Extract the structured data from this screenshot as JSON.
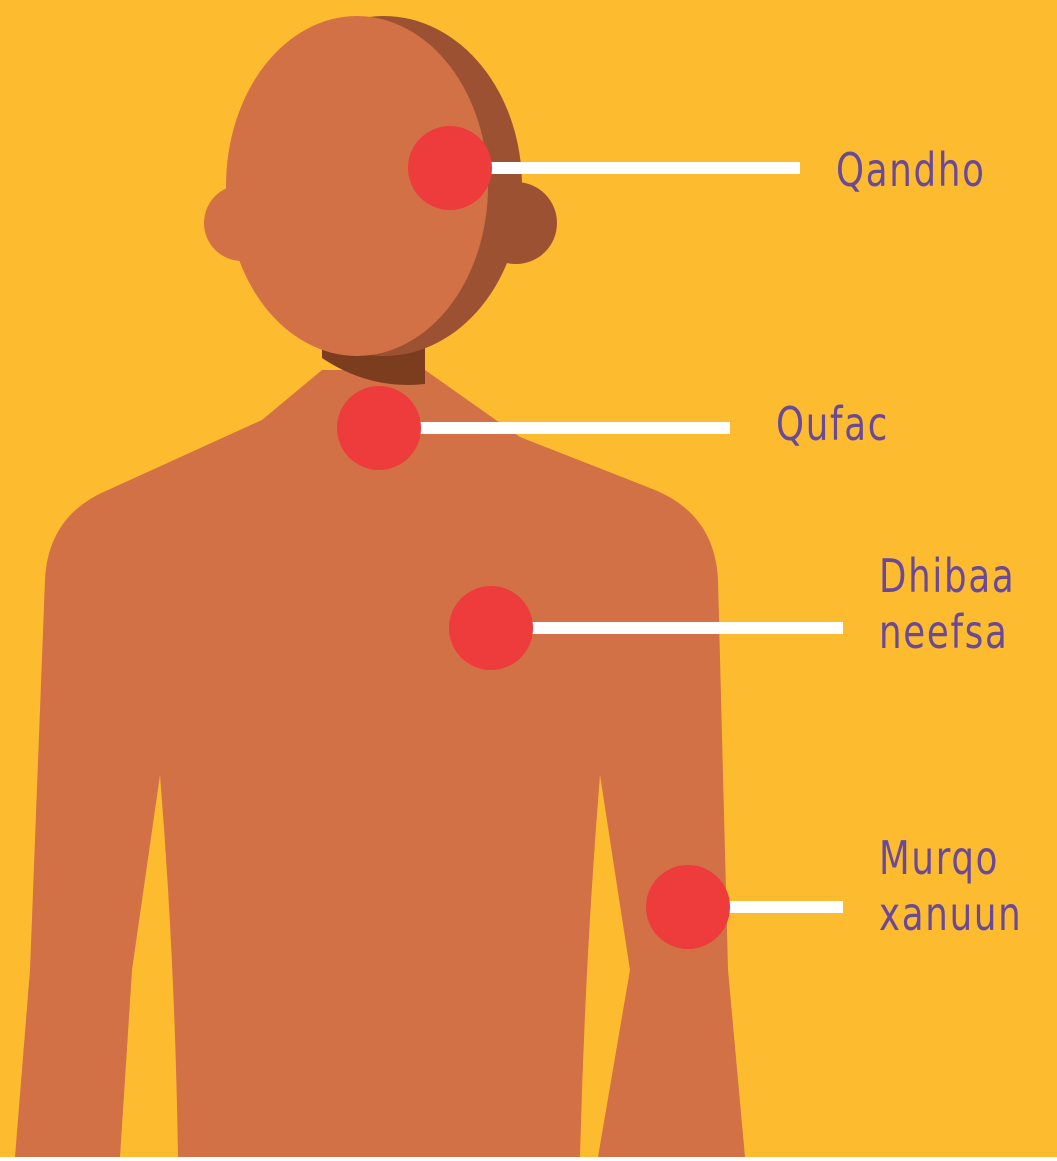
{
  "colors": {
    "background": "#FDBB30",
    "skin": "#D27046",
    "skin_shadow": "#9C5232",
    "neck_shadow": "#7C3D1E",
    "marker": "#EE3B3B",
    "leader_line": "#FFFFFF",
    "label_text": "#6A4A98"
  },
  "symptoms": [
    {
      "label_lines": [
        "Qandho"
      ],
      "location": "head"
    },
    {
      "label_lines": [
        "Qufac"
      ],
      "location": "throat"
    },
    {
      "label_lines": [
        "Dhibaa",
        "neefsa"
      ],
      "location": "chest"
    },
    {
      "label_lines": [
        "Murqo",
        "xanuun"
      ],
      "location": "arm"
    }
  ]
}
